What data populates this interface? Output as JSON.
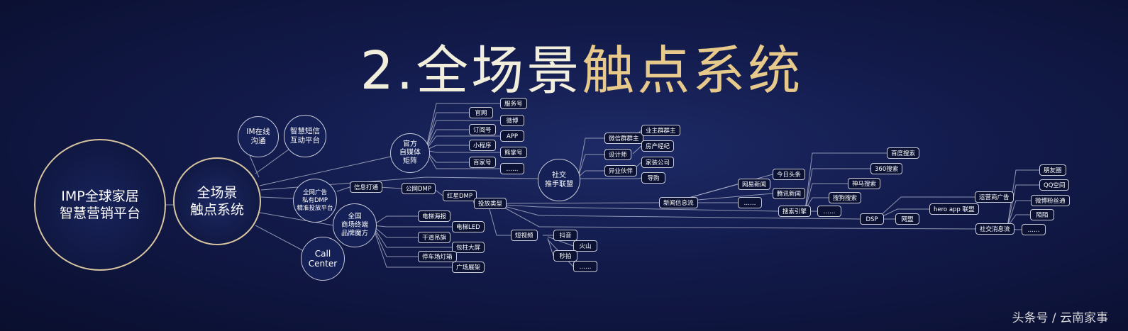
{
  "title": {
    "part1": "2.全场景",
    "part2": "触点系统"
  },
  "hubs": {
    "main": "IMP全球家居\n智慧营销平台",
    "second": "全场景\n触点系统",
    "im": "IM在线\n沟通",
    "sms": "智慧短信\n互动平台",
    "official": "官方\n自媒体\n矩阵",
    "dmp": "全网广告\n私有DMP\n精准投放平台",
    "terminal": "全国\n商场终端\n品牌魔方",
    "call": "Call\nCenter",
    "social": "社交\n推手联盟"
  },
  "official_media": [
    "服务号",
    "官网",
    "微博",
    "订阅号",
    "APP",
    "小程序",
    "熊掌号",
    "百家号",
    "……"
  ],
  "dmp_items": {
    "info_feed": "信息打通",
    "public_dmp": "公网DMP",
    "red_dmp": "红星DMP",
    "ad_type": "投放类型"
  },
  "social_items": [
    "微信群群主",
    "业主群群主",
    "设计师",
    "房产经纪",
    "异业伙伴",
    "家装公司",
    "导购"
  ],
  "ad_channels": {
    "news_feed": "新闻信息流",
    "news_items": [
      "网易新闻",
      "今日头条",
      "腾讯新闻",
      "……"
    ],
    "search_ads": "搜索引擎",
    "search_items": [
      "百度搜索",
      "360搜索",
      "神马搜索",
      "搜狗搜索",
      "……"
    ],
    "dsp": "DSP",
    "dsp_items": [
      "网盟",
      "hero app 联盟",
      "运营商广告"
    ],
    "social_feed": "社交消息流",
    "social_feed_items": [
      "朋友圈",
      "QQ空间",
      "微博粉丝通",
      "陌陌",
      "……"
    ]
  },
  "short_video": {
    "label": "短视频",
    "items": [
      "抖音",
      "火山",
      "秒拍",
      "……"
    ]
  },
  "terminal_items": [
    "电梯海报",
    "电梯LED",
    "干道吊旗",
    "包柱大屏",
    "停车场灯箱",
    "广场展架"
  ],
  "watermark": "头条号 / 云南家事"
}
